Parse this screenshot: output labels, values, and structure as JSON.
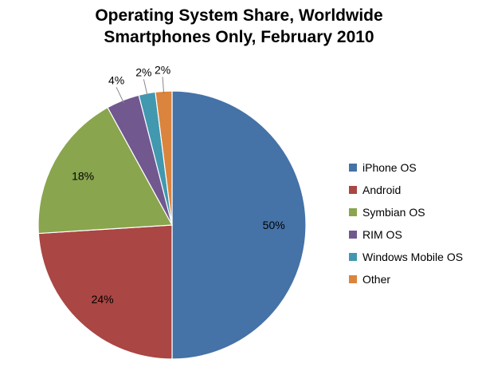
{
  "chart_data": {
    "type": "pie",
    "title": "Operating System Share, Worldwide",
    "subtitle": "Smartphones Only, February 2010",
    "categories": [
      "iPhone OS",
      "Android",
      "Symbian OS",
      "RIM OS",
      "Windows Mobile OS",
      "Other"
    ],
    "values": [
      50,
      24,
      18,
      4,
      2,
      2
    ],
    "labels": [
      "50%",
      "24%",
      "18%",
      "4%",
      "2%",
      "2%"
    ],
    "colors": [
      "#4572A7",
      "#AA4643",
      "#89A54E",
      "#71588F",
      "#4198AF",
      "#DB843D"
    ],
    "legend": "right",
    "start": "12 o'clock",
    "direction": "clockwise"
  }
}
